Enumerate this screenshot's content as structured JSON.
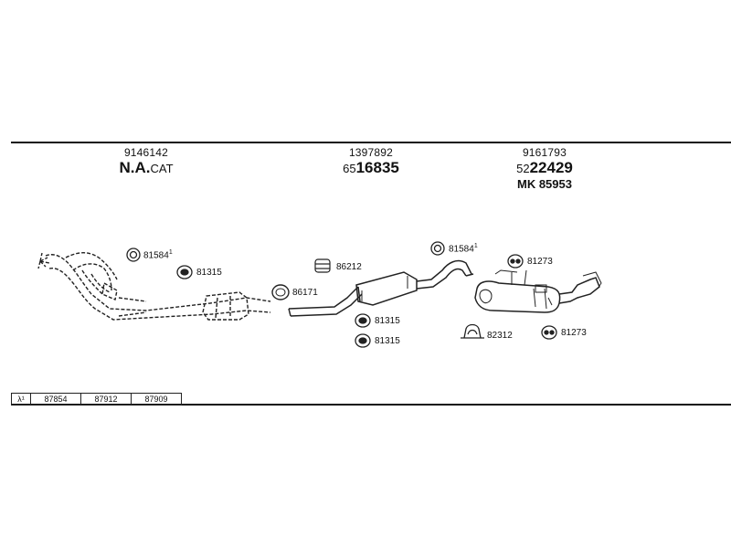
{
  "headers": [
    {
      "code": "9146142",
      "name_bold": "N.A.",
      "name_rest": "CAT"
    },
    {
      "code": "1397892",
      "prefix": "65",
      "main": "16835"
    },
    {
      "code": "9161793",
      "prefix": "52",
      "main": "22429",
      "extra": "MK 85953"
    }
  ],
  "parts": {
    "p81584a": "81584",
    "p81315a": "81315",
    "p86212": "86212",
    "p86171": "86171",
    "p81315b": "81315",
    "p81315c": "81315",
    "p81584b": "81584",
    "p81273a": "81273",
    "p82312": "82312",
    "p81273b": "81273",
    "sup": "1"
  },
  "footer": {
    "lambda": "λ¹",
    "cells": [
      "87854",
      "87912",
      "87909"
    ]
  }
}
